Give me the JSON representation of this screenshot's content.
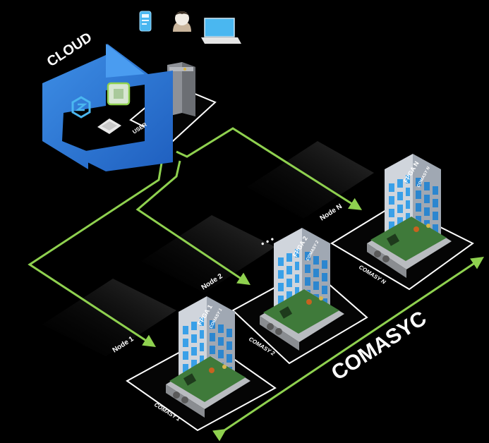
{
  "cloud": {
    "label": "CLOUD",
    "user_label": "USER"
  },
  "system": {
    "label": "COMASYC"
  },
  "nodes": [
    {
      "link_label": "Node 1",
      "fpga_label": "FPGA 1",
      "brand": "COMASY 1",
      "board_label": "COMASY 1"
    },
    {
      "link_label": "Node 2",
      "fpga_label": "FPGA 2",
      "brand": "COMASY 2",
      "board_label": "COMASY 2"
    },
    {
      "link_label": "Node N",
      "fpga_label": "FPGA N",
      "brand": "COMASY N",
      "board_label": "COMASY N"
    }
  ],
  "ellipsis": "• • •",
  "colors": {
    "background": "#000000",
    "link_green": "#8fd14f",
    "cloud_blue": "#2f7fd8",
    "building_glass": "#39a0e8",
    "building_wall": "#c9ced6",
    "tile_border": "#ffffff"
  },
  "icons": [
    "phone-icon",
    "user-avatar-icon",
    "laptop-icon",
    "server-rack-icon",
    "sync-logo-icon",
    "chip-icon",
    "cpu-icon"
  ]
}
